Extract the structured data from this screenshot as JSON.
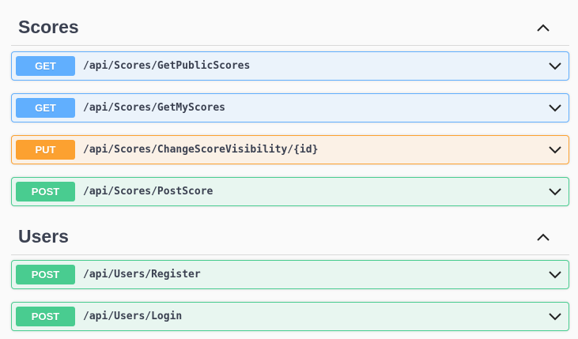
{
  "sections": [
    {
      "title": "Scores",
      "operations": [
        {
          "method": "GET",
          "path": "/api/Scores/GetPublicScores"
        },
        {
          "method": "GET",
          "path": "/api/Scores/GetMyScores"
        },
        {
          "method": "PUT",
          "path": "/api/Scores/ChangeScoreVisibility/{id}"
        },
        {
          "method": "POST",
          "path": "/api/Scores/PostScore"
        }
      ]
    },
    {
      "title": "Users",
      "operations": [
        {
          "method": "POST",
          "path": "/api/Users/Register"
        },
        {
          "method": "POST",
          "path": "/api/Users/Login"
        }
      ]
    }
  ],
  "icons": {
    "section_toggle": "chevron-up-icon",
    "operation_toggle": "chevron-down-icon"
  },
  "colors": {
    "get": "#61affe",
    "put": "#fca130",
    "post": "#49cc90",
    "title_text": "#3b4151"
  }
}
